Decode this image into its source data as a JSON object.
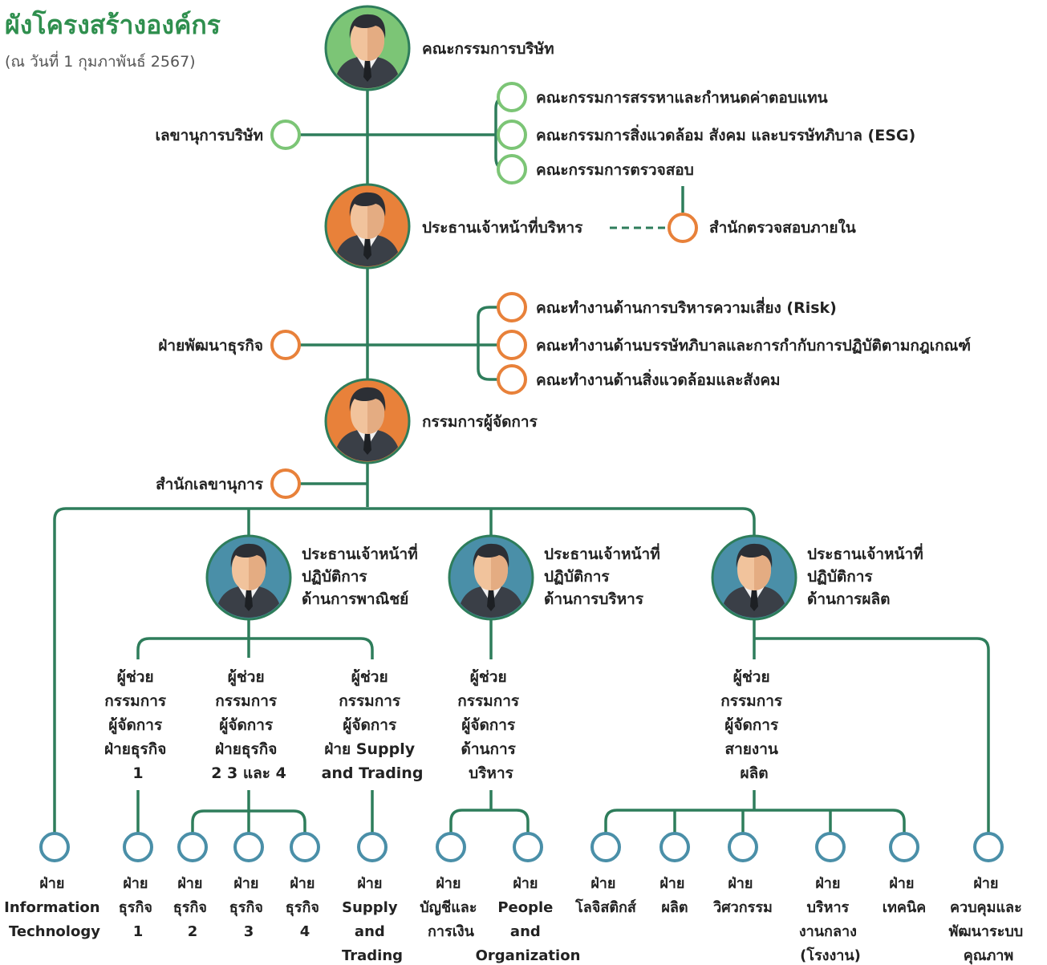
{
  "title": "ผังโครงสร้างองค์กร",
  "subtitle": "(ณ วันที่ 1 กุมภาพันธ์ 2567)",
  "colors": {
    "line": "#2e7d5b",
    "green": "#7cc576",
    "orange": "#e8813a",
    "blue": "#4a8fa8",
    "title": "#2f8f4e"
  },
  "board": "คณะกรรมการบริษัท",
  "company_secretary": "เลขานุการบริษัท",
  "board_committees": [
    "คณะกรรมการสรรหาและกำหนดค่าตอบแทน",
    "คณะกรรมการสิ่งแวดล้อม สังคม และบรรษัทภิบาล (ESG)",
    "คณะกรรมการตรวจสอบ"
  ],
  "ceo": "ประธานเจ้าหน้าที่บริหาร",
  "internal_audit": "สำนักตรวจสอบภายใน",
  "business_development": "ฝ่ายพัฒนาธุรกิจ",
  "working_groups": [
    "คณะทำงานด้านการบริหารความเสี่ยง (Risk)",
    "คณะทำงานด้านบรรษัทภิบาลและการกำกับการปฏิบัติตามกฎเกณฑ์",
    "คณะทำงานด้านสิ่งแวดล้อมและสังคม"
  ],
  "managing_director": "กรรมการผู้จัดการ",
  "secretary_office": "สำนักเลขานุการ",
  "coo_commercial": [
    "ประธานเจ้าหน้าที่",
    "ปฏิบัติการ",
    "ด้านการพาณิชย์"
  ],
  "coo_admin": [
    "ประธานเจ้าหน้าที่",
    "ปฏิบัติการ",
    "ด้านการบริหาร"
  ],
  "coo_production": [
    "ประธานเจ้าหน้าที่",
    "ปฏิบัติการ",
    "ด้านการผลิต"
  ],
  "avp_business1": [
    "ผู้ช่วย",
    "กรรมการ",
    "ผู้จัดการ",
    "ฝ่ายธุรกิจ",
    "1"
  ],
  "avp_business234": [
    "ผู้ช่วย",
    "กรรมการ",
    "ผู้จัดการ",
    "ฝ่ายธุรกิจ",
    "2 3 และ 4"
  ],
  "avp_supply": [
    "ผู้ช่วย",
    "กรรมการ",
    "ผู้จัดการ",
    "ฝ่าย Supply",
    "and Trading"
  ],
  "avp_admin": [
    "ผู้ช่วย",
    "กรรมการ",
    "ผู้จัดการ",
    "ด้านการ",
    "บริหาร"
  ],
  "avp_production": [
    "ผู้ช่วย",
    "กรรมการ",
    "ผู้จัดการ",
    "สายงาน",
    "ผลิต"
  ],
  "departments": [
    [
      "ฝ่าย",
      "Information",
      "Technology"
    ],
    [
      "ฝ่าย",
      "ธุรกิจ",
      "1"
    ],
    [
      "ฝ่าย",
      "ธุรกิจ",
      "2"
    ],
    [
      "ฝ่าย",
      "ธุรกิจ",
      "3"
    ],
    [
      "ฝ่าย",
      "ธุรกิจ",
      "4"
    ],
    [
      "ฝ่าย",
      "Supply",
      "and",
      "Trading"
    ],
    [
      "ฝ่าย",
      "บัญชีและ",
      "การเงิน"
    ],
    [
      "ฝ่าย",
      "People",
      "and",
      "Organization"
    ],
    [
      "ฝ่าย",
      "โลจิสติกส์"
    ],
    [
      "ฝ่าย",
      "ผลิต"
    ],
    [
      "ฝ่าย",
      "วิศวกรรม"
    ],
    [
      "ฝ่าย",
      "บริหาร",
      "งานกลาง",
      "(โรงงาน)"
    ],
    [
      "ฝ่าย",
      "เทคนิค"
    ],
    [
      "ฝ่าย",
      "ควบคุมและ",
      "พัฒนาระบบ",
      "คุณภาพ"
    ]
  ]
}
